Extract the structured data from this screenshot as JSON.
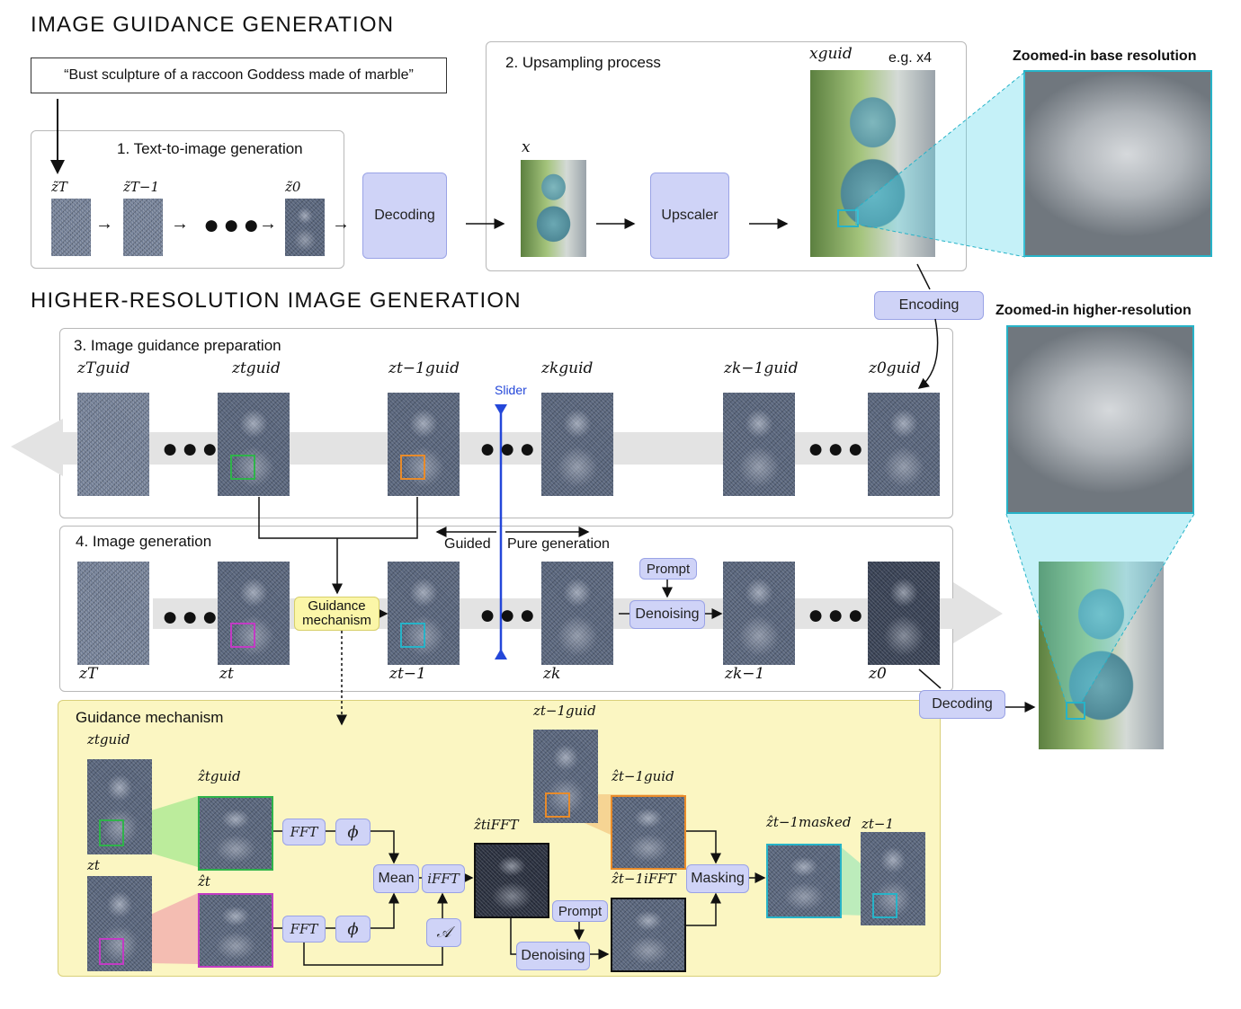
{
  "titles": {
    "guidance": "IMAGE GUIDANCE GENERATION",
    "higher": "HIGHER-RESOLUTION IMAGE GENERATION"
  },
  "prompt_text": "“Bust sculpture of a raccoon Goddess made of marble”",
  "panels": {
    "p1": "1. Text-to-image generation",
    "p2": "2. Upsampling process",
    "p3": "3. Image guidance preparation",
    "p4": "4. Image generation",
    "p5": "Guidance mechanism"
  },
  "boxes": {
    "decoding": "Decoding",
    "upscaler": "Upscaler",
    "encoding": "Encoding",
    "decoding2": "Decoding",
    "prompt": "Prompt",
    "denoising": "Denoising",
    "guidance_mech_l1": "Guidance",
    "guidance_mech_l2": "mechanism",
    "fft": "FFT",
    "phi": "ϕ",
    "mean": "Mean",
    "ifft": "iFFT",
    "A": "𝒜",
    "prompt2": "Prompt",
    "denoising2": "Denoising",
    "masking": "Masking"
  },
  "labels": {
    "eg": "e.g. x4",
    "zoom_base": "Zoomed-in base resolution",
    "zoom_high": "Zoomed-in higher-resolution",
    "slider": "Slider",
    "guided": "Guided",
    "pure": "Pure generation"
  },
  "math": {
    "zT_tilde": "z̃T",
    "zT1_tilde": "z̃T−1",
    "z0_tilde": "z̃0",
    "x": "x",
    "xguid": "xguid",
    "zTguid": "zTguid",
    "ztguid": "ztguid",
    "zt1guid": "zt−1guid",
    "zkguid": "zkguid",
    "zk1guid": "zk−1guid",
    "z0guid": "z0guid",
    "zT": "zT",
    "zt": "zt",
    "zt1": "zt−1",
    "zk": "zk",
    "zk1": "zk−1",
    "z0": "z0",
    "gm_ztguid": "ztguid",
    "gm_zhat_guid": "ẑtguid",
    "gm_zt": "zt",
    "gm_zhat": "ẑt",
    "gm_zifft": "ẑtiFFT",
    "gm_zt1guid": "zt−1guid",
    "gm_zhat_t1guid": "ẑt−1guid",
    "gm_zhat_t1ifft": "ẑt−1iFFT",
    "gm_masked": "ẑt−1masked",
    "gm_zt1": "zt−1"
  },
  "colors": {
    "blue_box": "#cfd3f7",
    "yellow_box": "#fbf6a8",
    "slider": "#2447d9",
    "green": "#2fb34a",
    "orange": "#e88b2a",
    "magenta": "#c23bc4",
    "cyan": "#27b3c8"
  }
}
